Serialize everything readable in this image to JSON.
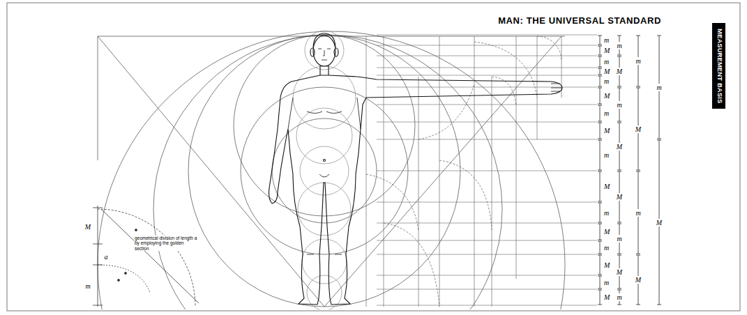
{
  "diagram": {
    "title": "MAN: THE UNIVERSAL STANDARD",
    "nodes": [
      {
        "text": [
          "MEASUREMENT BASIS"
        ]
      }
    ],
    "labels": [
      "m",
      "M",
      "m",
      "M",
      "m",
      "M",
      "m",
      "M",
      "m",
      "M",
      "m",
      "M",
      "m",
      "M",
      "m",
      "M",
      "m",
      "M",
      "m",
      "M",
      "M",
      "m",
      "M",
      "m",
      "m",
      "M",
      "m",
      "M",
      "m",
      "M",
      "geometrical division of length a by employing the golden section",
      "M",
      "a",
      "m"
    ]
  }
}
